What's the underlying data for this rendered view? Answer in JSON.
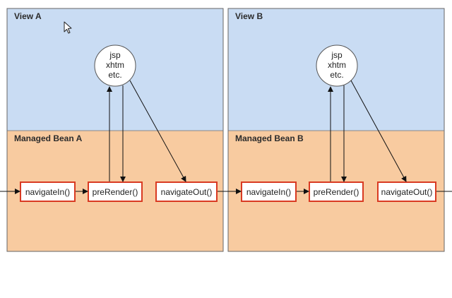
{
  "colors": {
    "view_bg": "#c9dcf3",
    "bean_bg": "#f8cba0",
    "panel_border": "#666666",
    "box_border": "#d93a22",
    "arrow": "#111111",
    "cursor": "#222222"
  },
  "panels": [
    {
      "id": "a",
      "view_label": "View A",
      "bean_label": "Managed Bean A",
      "page_lines": [
        "jsp",
        "xhtm",
        "etc."
      ],
      "methods": [
        "navigateIn()",
        "preRender()",
        "navigateOut()"
      ]
    },
    {
      "id": "b",
      "view_label": "View B",
      "bean_label": "Managed Bean B",
      "page_lines": [
        "jsp",
        "xhtm",
        "etc."
      ],
      "methods": [
        "navigateIn()",
        "preRender()",
        "navigateOut()"
      ]
    }
  ],
  "icons": {
    "cursor": "mouse-pointer-icon"
  }
}
